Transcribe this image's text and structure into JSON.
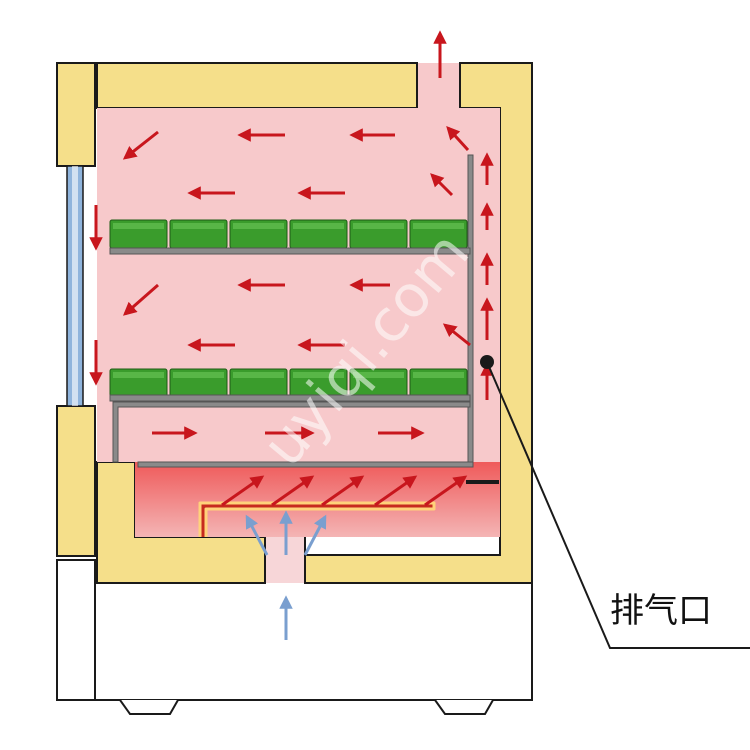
{
  "labels": {
    "exhaust_port": "排气口"
  },
  "watermark": "uyiqi.com",
  "colors": {
    "insulation": "#f5df8a",
    "insulation_stroke": "#1a1a1a",
    "chamber_air": "#f7c9cb",
    "heater_zone_top": "#ef5a5a",
    "heater_zone_bottom": "#f4b5b5",
    "heater_coil": "#c72a1e",
    "heater_glow": "#ffd27a",
    "sample_tray": "#3a9c2c",
    "shelf": "#8a8a8a",
    "window_glass": "#8fb4dc",
    "hot_air_arrow": "#c8161d",
    "fresh_air_arrow": "#7a9fcf",
    "base": "#ffffff"
  },
  "shelves": [
    {
      "name": "upper-shelf",
      "trays": 6
    },
    {
      "name": "lower-shelf",
      "trays": 6
    }
  ]
}
